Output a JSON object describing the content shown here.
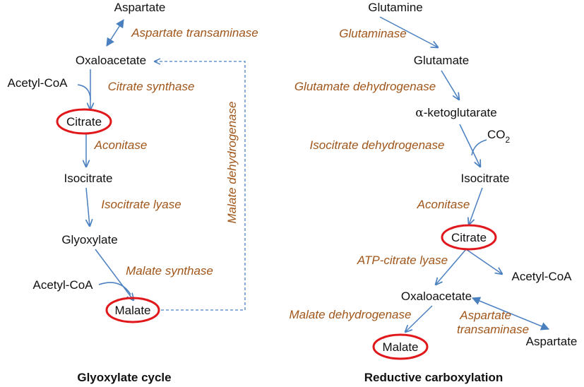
{
  "left_panel": {
    "title": "Glyoxylate cycle",
    "metabolites": {
      "aspartate": "Aspartate",
      "oxaloacetate": "Oxaloacetate",
      "acetyl_coa_1": "Acetyl-CoA",
      "citrate": "Citrate",
      "isocitrate": "Isocitrate",
      "glyoxylate": "Glyoxylate",
      "acetyl_coa_2": "Acetyl-CoA",
      "malate": "Malate"
    },
    "enzymes": {
      "aspartate_transaminase": "Aspartate transaminase",
      "citrate_synthase": "Citrate synthase",
      "aconitase": "Aconitase",
      "isocitrate_lyase": "Isocitrate lyase",
      "malate_synthase": "Malate synthase",
      "malate_dehydrogenase": "Malate dehydrogenase"
    }
  },
  "right_panel": {
    "title": "Reductive carboxylation",
    "metabolites": {
      "glutamine": "Glutamine",
      "glutamate": "Glutamate",
      "alpha_symbol": "α",
      "ketoglutarate": "-ketoglutarate",
      "co2": "CO",
      "co2_subscript": "2",
      "isocitrate": "Isocitrate",
      "citrate": "Citrate",
      "acetyl_coa": "Acetyl-CoA",
      "oxaloacetate": "Oxaloacetate",
      "malate": "Malate",
      "aspartate": "Aspartate"
    },
    "enzymes": {
      "glutaminase": "Glutaminase",
      "glutamate_dehydrogenase": "Glutamate dehydrogenase",
      "isocitrate_dehydrogenase": "Isocitrate dehydrogenase",
      "aconitase": "Aconitase",
      "atp_citrate_lyase": "ATP-citrate lyase",
      "malate_dehydrogenase": "Malate dehydrogenase",
      "aspartate_transaminase_line1": "Aspartate",
      "aspartate_transaminase_line2": "transaminase"
    }
  },
  "colors": {
    "arrow": "#4a7fc0",
    "enzyme_text": "#a0561a",
    "highlight": "#e0181b",
    "metabolite_text": "#111111"
  }
}
